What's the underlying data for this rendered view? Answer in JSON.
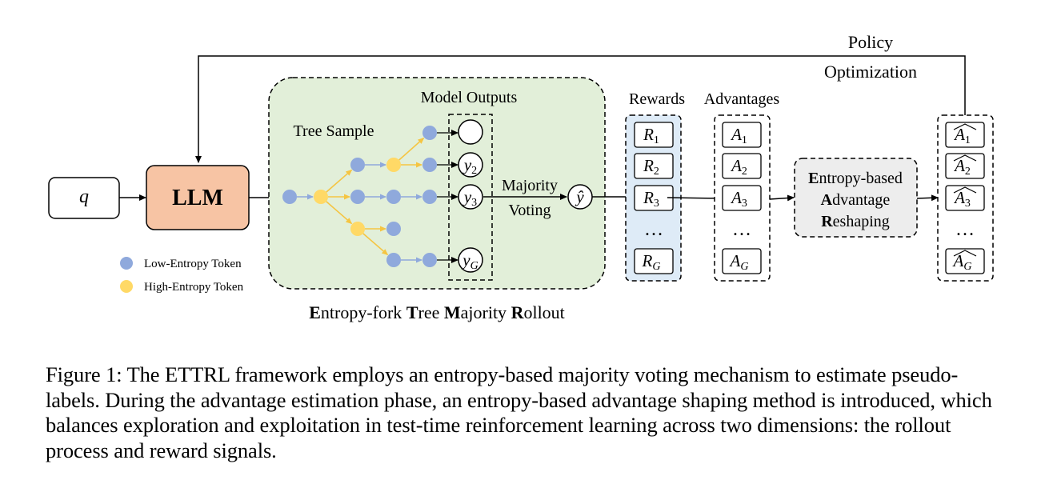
{
  "diagram": {
    "query": "q",
    "llm": "LLM",
    "policy_line1": "Policy",
    "policy_line2": "Optimization",
    "tree_sample": "Tree Sample",
    "model_outputs": "Model Outputs",
    "outputs": [
      {
        "name": "",
        "sub": ""
      },
      {
        "name": "y",
        "sub": "2"
      },
      {
        "name": "y",
        "sub": "3"
      },
      {
        "name": "y",
        "sub": "G"
      }
    ],
    "majority": "Majority",
    "voting": "Voting",
    "yhat": "ŷ",
    "rewards_title": "Rewards",
    "advantages_title": "Advantages",
    "rewards": [
      {
        "name": "R",
        "sub": "1"
      },
      {
        "name": "R",
        "sub": "2"
      },
      {
        "name": "R",
        "sub": "3"
      },
      {
        "name": "R",
        "sub": "G"
      }
    ],
    "advantages": [
      {
        "name": "A",
        "sub": "1"
      },
      {
        "name": "A",
        "sub": "2"
      },
      {
        "name": "A",
        "sub": "3"
      },
      {
        "name": "A",
        "sub": "G"
      }
    ],
    "reshaped": [
      {
        "name": "A",
        "sub": "1"
      },
      {
        "name": "A",
        "sub": "2"
      },
      {
        "name": "A",
        "sub": "3"
      },
      {
        "name": "A",
        "sub": "G"
      }
    ],
    "dots": "…",
    "reshaping": [
      {
        "bold": "E",
        "rest": "ntropy-based"
      },
      {
        "bold": "A",
        "rest": "dvantage"
      },
      {
        "bold": "R",
        "rest": "eshaping"
      }
    ],
    "rollout_title": [
      {
        "bold": "E",
        "rest": "ntropy-fork "
      },
      {
        "bold": "T",
        "rest": "ree "
      },
      {
        "bold": "M",
        "rest": "ajority "
      },
      {
        "bold": "R",
        "rest": "ollout"
      }
    ],
    "legend": {
      "low": "Low-Entropy Token",
      "high": "High-Entropy Token"
    },
    "colors": {
      "low_token": "#8fa9dc",
      "high_token": "#ffd966",
      "llm_fill": "#f7c4a4",
      "rollout_fill": "#e2efd9",
      "rewards_fill": "#deebf7",
      "reshape_fill": "#ededed"
    }
  },
  "caption": "Figure 1: The ETTRL framework employs an entropy-based majority voting mechanism to estimate pseudo-labels. During the advantage estimation phase, an entropy-based advantage shaping method is introduced, which balances exploration and exploitation in test-time reinforcement learning across two dimensions: the rollout process and reward signals."
}
